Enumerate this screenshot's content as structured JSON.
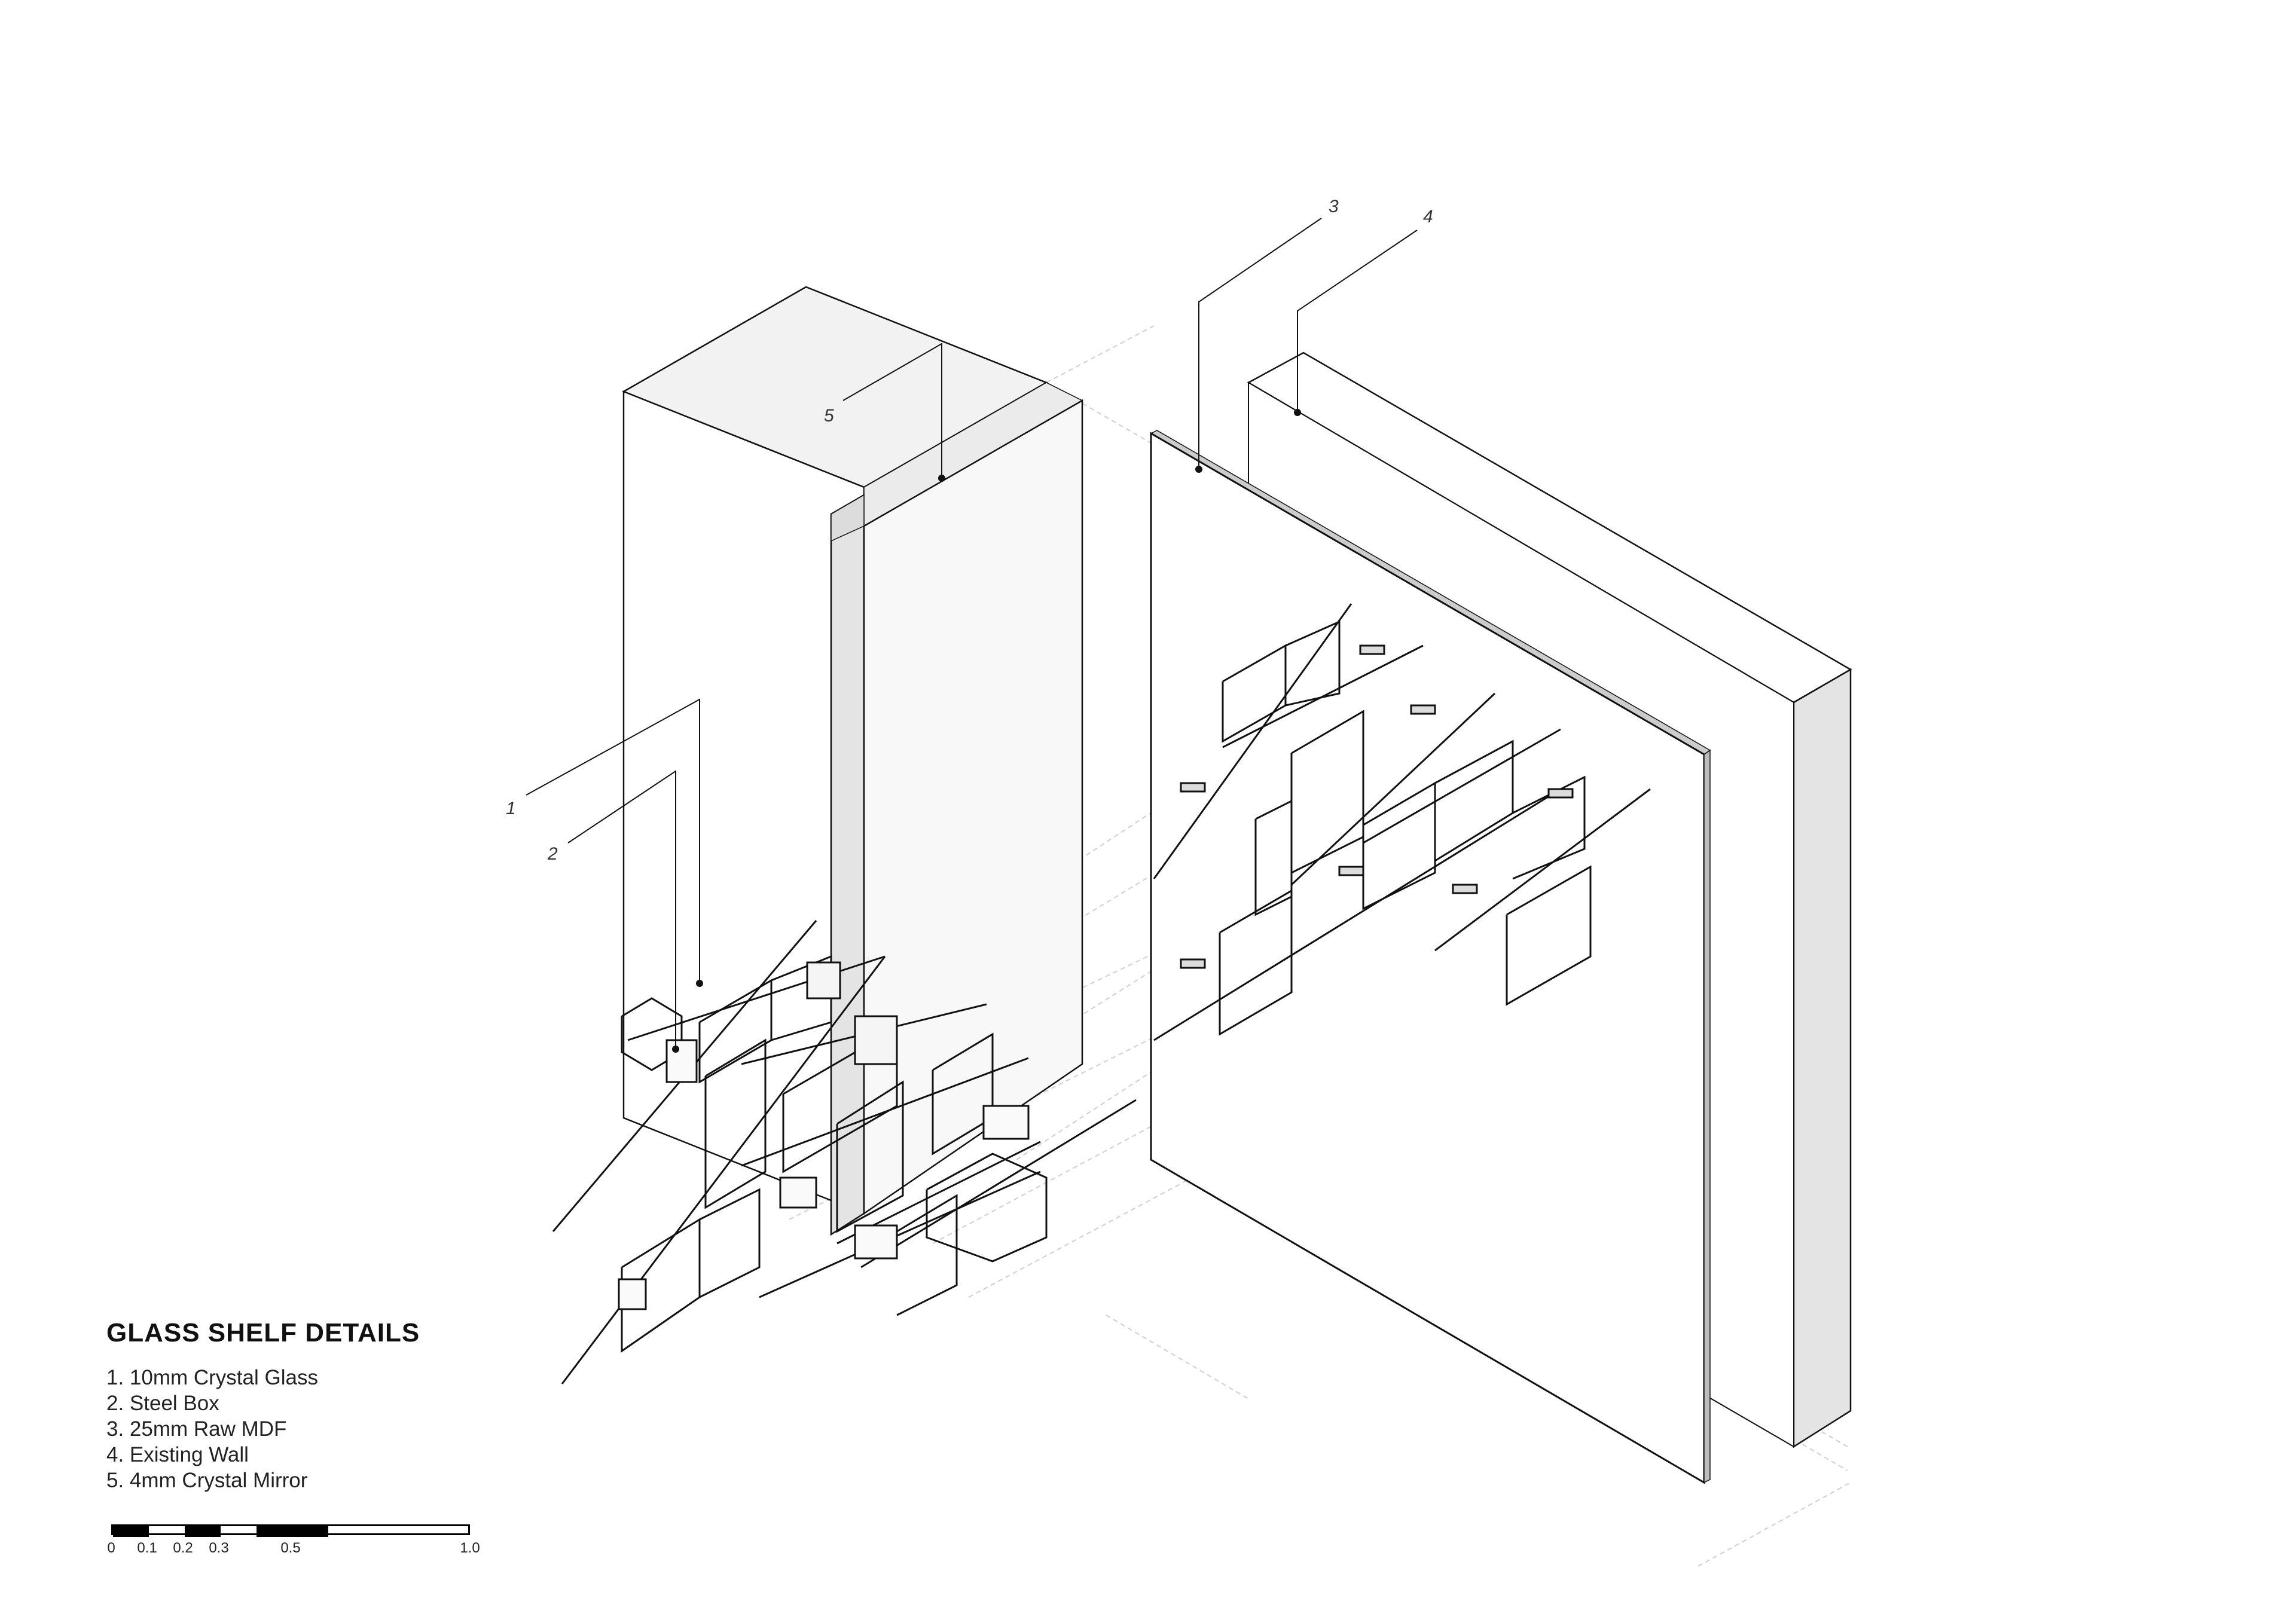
{
  "callouts": [
    {
      "number": "1"
    },
    {
      "number": "2"
    },
    {
      "number": "3"
    },
    {
      "number": "4"
    },
    {
      "number": "5"
    }
  ],
  "legend": {
    "title": "GLASS SHELF DETAILS",
    "items": [
      "1. 10mm Crystal Glass",
      "2. Steel Box",
      "3. 25mm Raw MDF",
      "4. Existing Wall",
      "5. 4mm Crystal Mirror"
    ]
  },
  "scale": {
    "labels": [
      "0",
      "0.1",
      "0.2",
      "0.3",
      "0.5",
      "1.0"
    ]
  },
  "colors": {
    "line": "#111111",
    "light_fill": "#f2f2f2",
    "mid_fill": "#e4e4e4",
    "hidden_line": "#c8c8c8"
  }
}
